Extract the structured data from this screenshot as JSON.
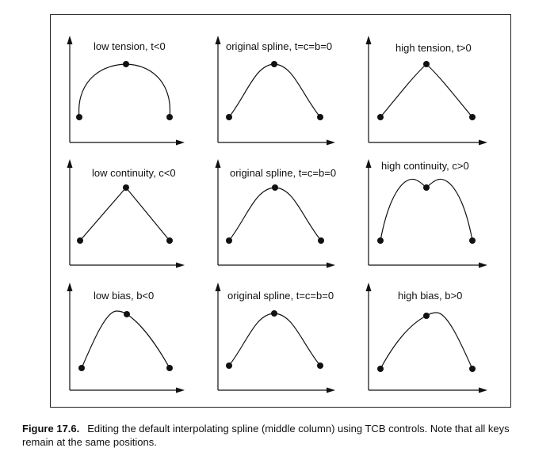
{
  "panels": [
    {
      "title": "low tension, t<0"
    },
    {
      "title": "original spline, t=c=b=0"
    },
    {
      "title": "high tension, t>0"
    },
    {
      "title": "low continuity, c<0"
    },
    {
      "title": "original spline, t=c=b=0"
    },
    {
      "title": "high continuity, c>0"
    },
    {
      "title": "low bias, b<0"
    },
    {
      "title": "original spline, t=c=b=0"
    },
    {
      "title": "high bias, b>0"
    }
  ],
  "caption": {
    "label": "Figure 17.6.",
    "text": "Editing the default interpolating spline (middle column) using TCB controls. Note that all keys remain at the same positions."
  }
}
